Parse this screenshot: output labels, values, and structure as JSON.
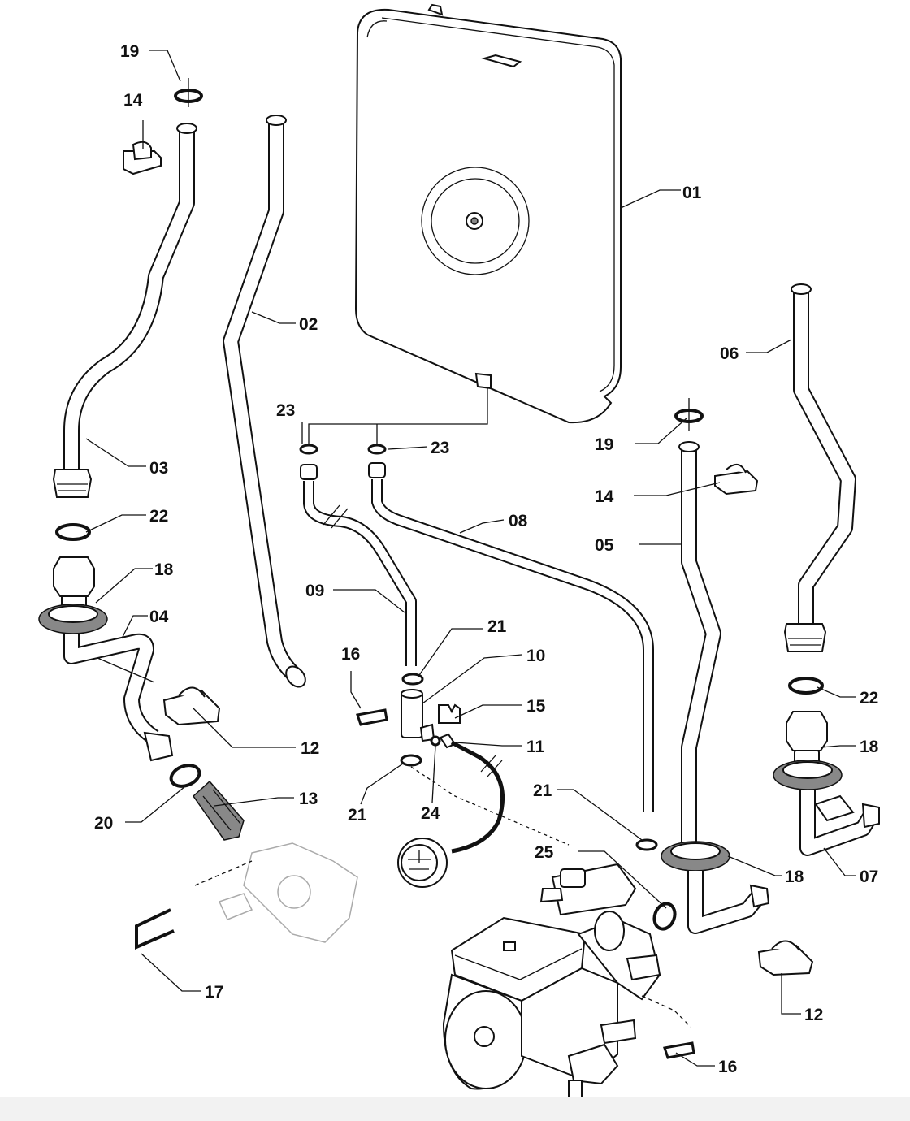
{
  "diagram": {
    "labels": {
      "p01": "01",
      "p02": "02",
      "p03": "03",
      "p04": "04",
      "p05": "05",
      "p06": "06",
      "p07": "07",
      "p08": "08",
      "p09": "09",
      "p10": "10",
      "p11": "11",
      "p12a": "12",
      "p12b": "12",
      "p13": "13",
      "p14a": "14",
      "p14b": "14",
      "p15": "15",
      "p16a": "16",
      "p16b": "16",
      "p17": "17",
      "p18a": "18",
      "p18b": "18",
      "p18c": "18",
      "p19a": "19",
      "p19b": "19",
      "p20": "20",
      "p21a": "21",
      "p21b": "21",
      "p21c": "21",
      "p22a": "22",
      "p22b": "22",
      "p23a": "23",
      "p23b": "23",
      "p24": "24",
      "p25": "25"
    }
  }
}
